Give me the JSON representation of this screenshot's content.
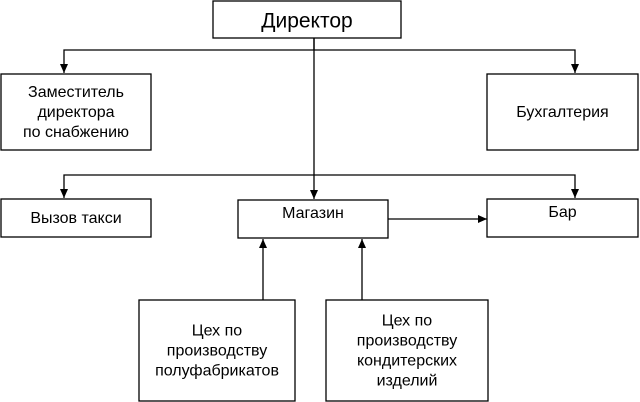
{
  "nodes": {
    "director": {
      "lines": [
        "Директор"
      ]
    },
    "deputy": {
      "lines": [
        "Заместитель",
        "директора",
        "по снабжению"
      ]
    },
    "accounting": {
      "lines": [
        "Бухгалтерия"
      ]
    },
    "taxi": {
      "lines": [
        "Вызов такси"
      ]
    },
    "shop": {
      "lines": [
        "Магазин"
      ]
    },
    "bar": {
      "lines": [
        "Бар"
      ]
    },
    "semifinished": {
      "lines": [
        "Цех по",
        "производству",
        "полуфабрикатов"
      ]
    },
    "confectionery": {
      "lines": [
        "Цех по",
        "производству",
        "кондитерских",
        "изделий"
      ]
    }
  },
  "edges": [
    {
      "from": "director",
      "to": "deputy"
    },
    {
      "from": "director",
      "to": "accounting"
    },
    {
      "from": "director",
      "to": "taxi"
    },
    {
      "from": "director",
      "to": "shop"
    },
    {
      "from": "director",
      "to": "bar"
    },
    {
      "from": "shop",
      "to": "bar"
    },
    {
      "from": "semifinished",
      "to": "shop"
    },
    {
      "from": "confectionery",
      "to": "shop"
    }
  ]
}
